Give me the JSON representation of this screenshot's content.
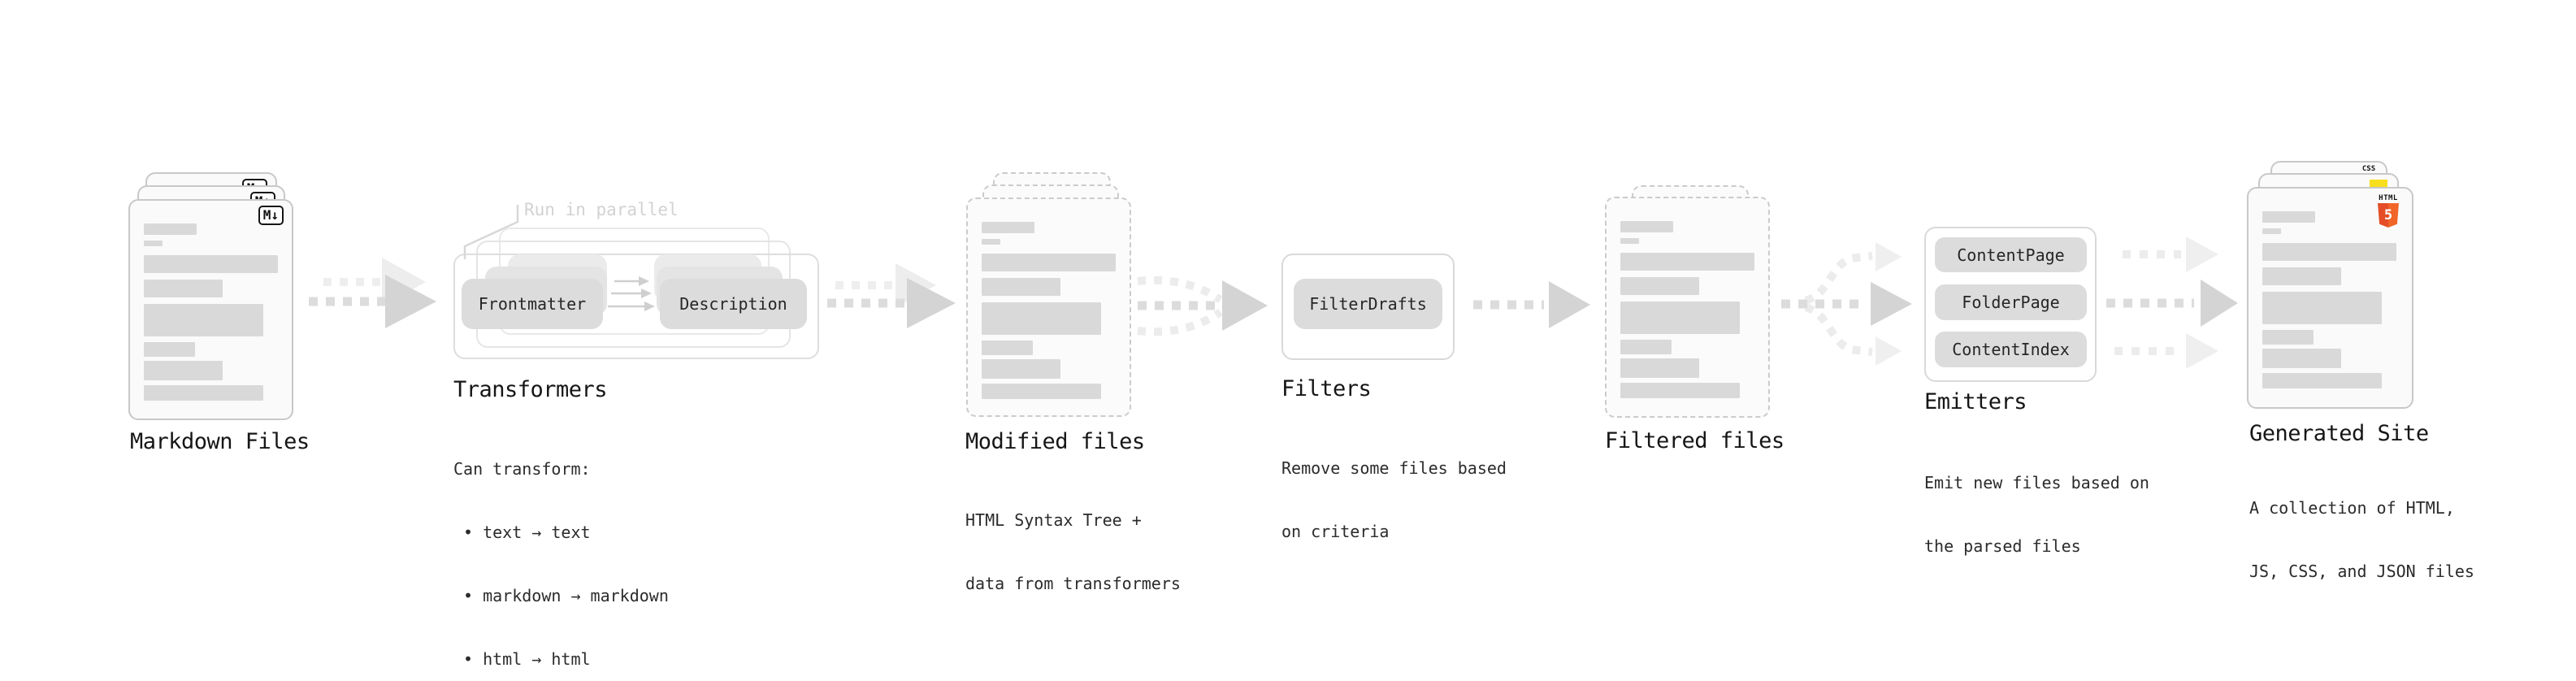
{
  "stages": [
    {
      "title": "Markdown Files",
      "badge": "M↓"
    },
    {
      "title": "Transformers",
      "callout": "Run in parallel",
      "pills": [
        "Frontmatter",
        "Description"
      ],
      "details": [
        "Can transform:",
        "• text → text",
        "• markdown → markdown",
        "• html → html"
      ]
    },
    {
      "title": "Modified files",
      "details": [
        "HTML Syntax Tree +",
        "data from transformers"
      ]
    },
    {
      "title": "Filters",
      "pills": [
        "FilterDrafts"
      ],
      "details": [
        "Remove some files based",
        "on criteria"
      ]
    },
    {
      "title": "Filtered files"
    },
    {
      "title": "Emitters",
      "pills": [
        "ContentPage",
        "FolderPage",
        "ContentIndex"
      ],
      "details": [
        "Emit new files based on",
        "the parsed files"
      ]
    },
    {
      "title": "Generated Site",
      "details": [
        "A collection of HTML,",
        "JS, CSS, and JSON files"
      ],
      "badges": {
        "css_label": "CSS",
        "html_label": "HTML",
        "html_number": "5"
      }
    }
  ],
  "colors": {
    "card_bg": "#fafafa",
    "card_border": "#c8c8c8",
    "content_bar": "#d9d9d9",
    "pill_bg": "#dcdcdc",
    "arrow_main": "#d4d4d4",
    "arrow_light": "#ececec",
    "callout_text": "#d2d2d2",
    "title_text": "#161616",
    "js_yellow": "#f7df1e",
    "css_blue": "#2965f1",
    "html_orange": "#e44d26"
  }
}
